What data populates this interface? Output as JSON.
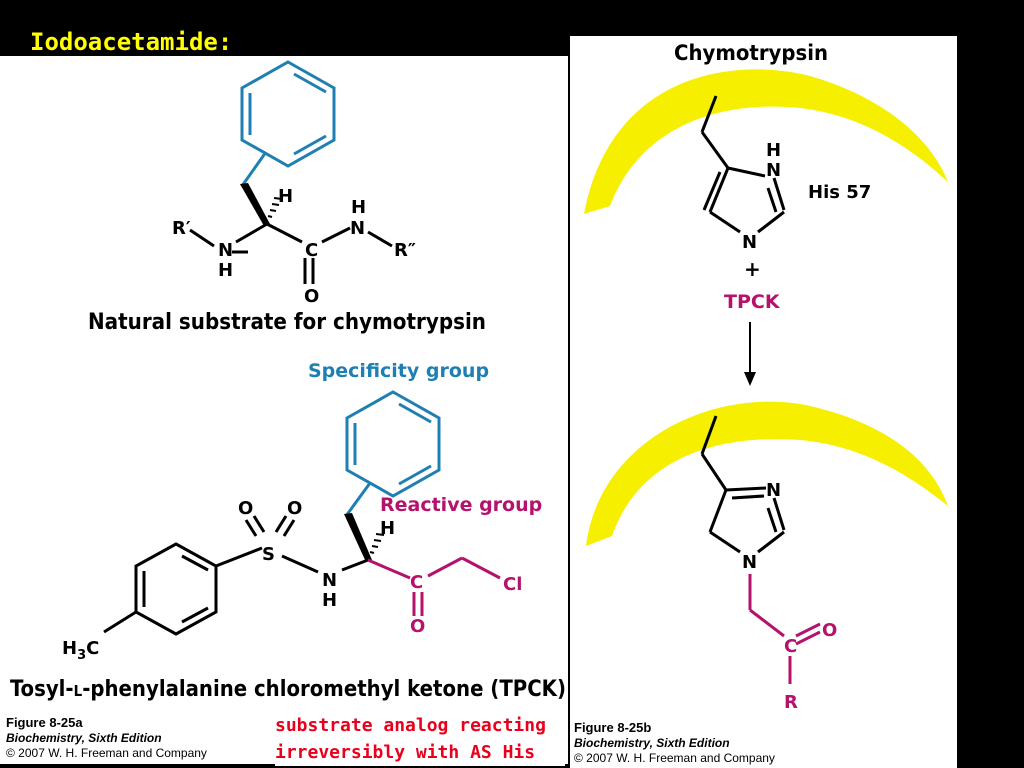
{
  "slide_title": "Iodoacetamide:",
  "panel_a": {
    "natural_substrate_label": "Natural substrate for chymotrypsin",
    "specificity_group_label": "Specificity group",
    "reactive_group_label": "Reactive group",
    "tpck_name_prefix": "Tosyl-",
    "tpck_name_small": "L",
    "tpck_name_rest": "-phenylalanine chloromethyl ketone (TPCK)",
    "figure_label": "Figure 8-25a",
    "book_title": "Biochemistry, Sixth Edition",
    "copyright": "© 2007 W. H. Freeman and Company",
    "atoms": {
      "H": "H",
      "N": "N",
      "C": "C",
      "O": "O",
      "S": "S",
      "Cl": "Cl",
      "R_prime": "R′",
      "R_double_prime": "R″",
      "H3C": "H3C"
    }
  },
  "panel_b": {
    "title": "Chymotrypsin",
    "his_label": "His 57",
    "plus": "+",
    "tpck_label": "TPCK",
    "R_label": "R",
    "figure_label": "Figure 8-25b",
    "book_title": "Biochemistry, Sixth Edition",
    "copyright": "© 2007 W. H. Freeman and Company"
  },
  "note": {
    "line1": "substrate analog reacting",
    "line2": "irreversibly with AS His"
  },
  "colors": {
    "background": "#000000",
    "title": "#ffff00",
    "specificity_blue": "#1f7fb3",
    "reactive_magenta": "#b5126b",
    "enzyme_yellow": "#f6f000",
    "note_red": "#e8001c"
  }
}
